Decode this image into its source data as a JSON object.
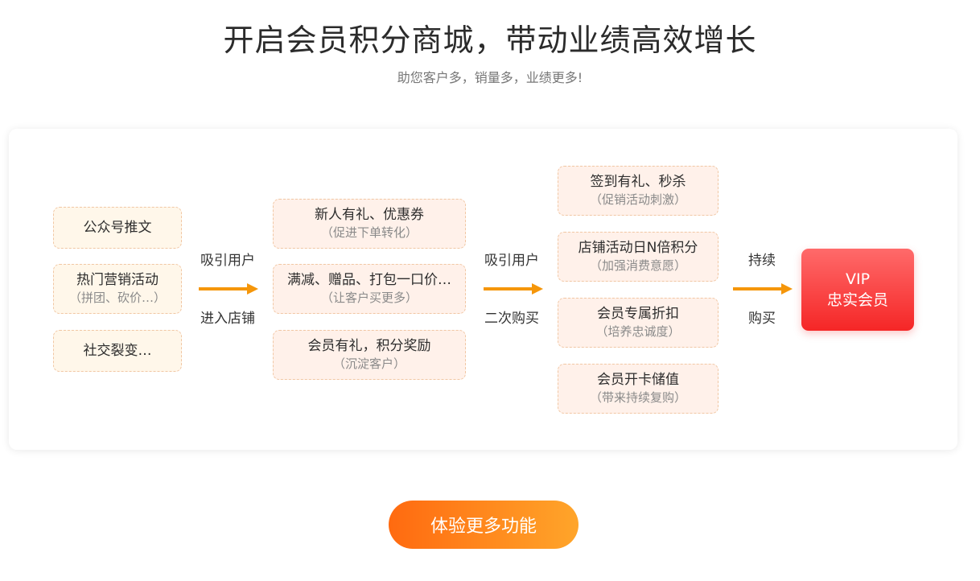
{
  "header": {
    "title": "开启会员积分商城，带动业绩高效增长",
    "subtitle": "助您客户多，销量多，业绩更多!"
  },
  "sources": [
    {
      "main": "公众号推文",
      "sub": ""
    },
    {
      "main": "热门营销活动",
      "sub": "（拼团、砍价…）"
    },
    {
      "main": "社交裂变…",
      "sub": ""
    }
  ],
  "step1": {
    "top": "吸引用户",
    "bottom": "进入店铺"
  },
  "conversions": [
    {
      "main": "新人有礼、优惠券",
      "sub": "（促进下单转化）"
    },
    {
      "main": "满减、赠品、打包一口价…",
      "sub": "（让客户买更多）"
    },
    {
      "main": "会员有礼，积分奖励",
      "sub": "（沉淀客户）"
    }
  ],
  "step2": {
    "top": "吸引用户",
    "bottom": "二次购买"
  },
  "retention": [
    {
      "main": "签到有礼、秒杀",
      "sub": "（促销活动刺激）"
    },
    {
      "main": "店铺活动日N倍积分",
      "sub": "（加强消费意愿）"
    },
    {
      "main": "会员专属折扣",
      "sub": "（培养忠诚度）"
    },
    {
      "main": "会员开卡储值",
      "sub": "（带来持续复购）"
    }
  ],
  "step3": {
    "top": "持续",
    "bottom": "购买"
  },
  "vip": {
    "line1": "VIP",
    "line2": "忠实会员"
  },
  "cta": {
    "label": "体验更多功能"
  },
  "colors": {
    "arrow": "#f5960a",
    "vip": "#f52626",
    "cta_start": "#ff6a10",
    "cta_end": "#ffa52a",
    "source_bg": "#fff7ea",
    "action_bg": "#fff1ea"
  }
}
